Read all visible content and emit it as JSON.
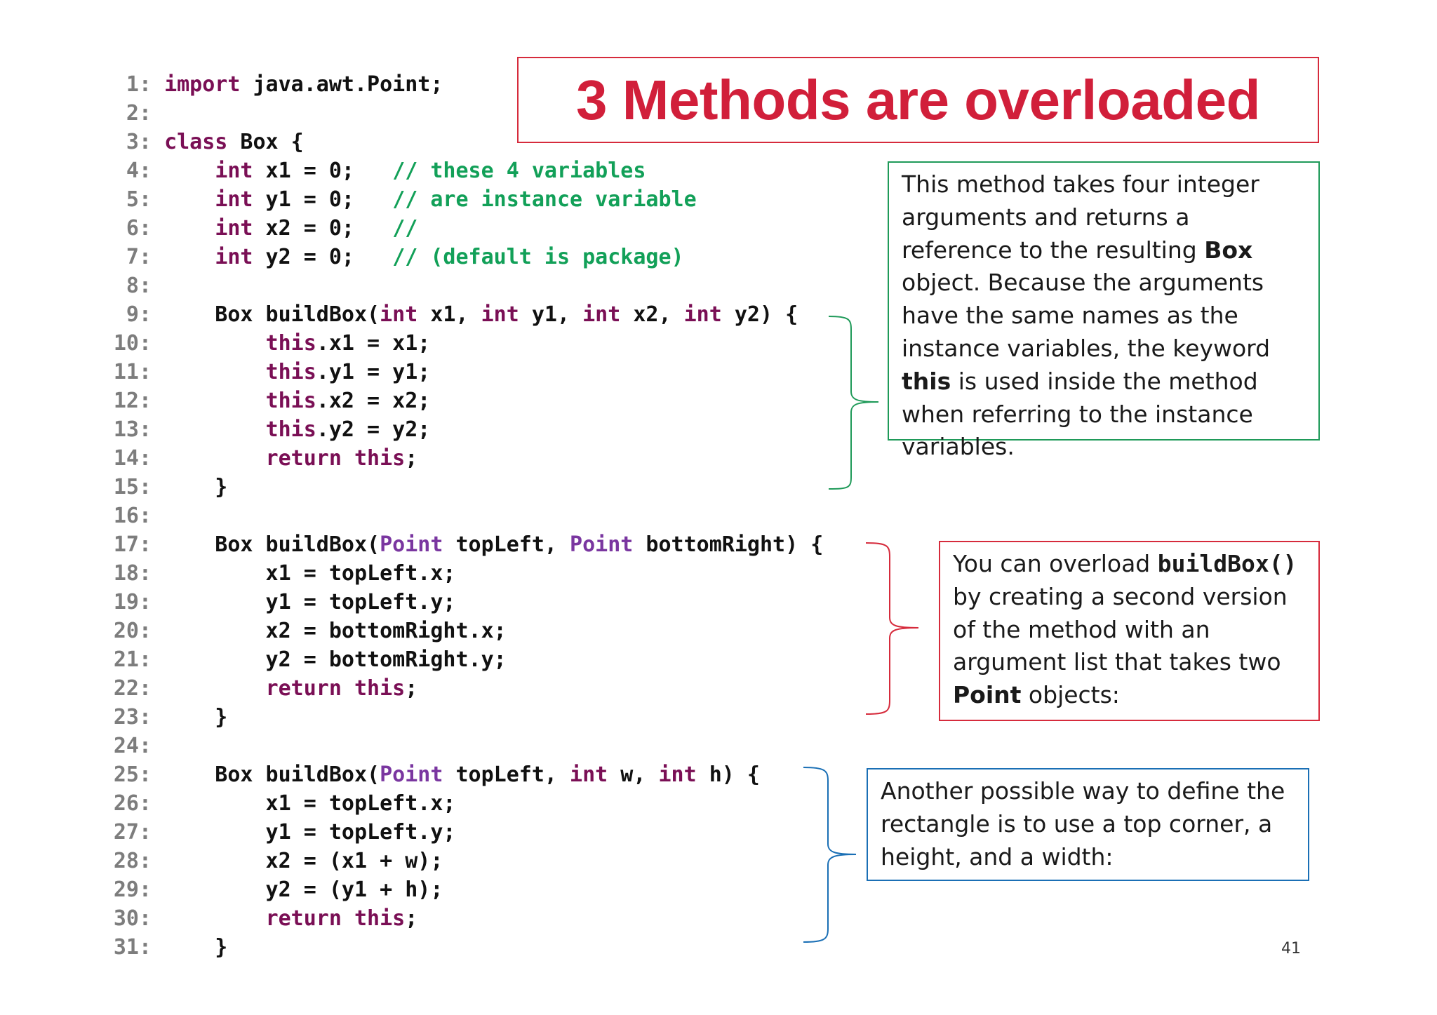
{
  "title": "3 Methods are overloaded",
  "code_lines": [
    {
      "num": "1:",
      "tokens": [
        {
          "t": "import",
          "c": "kw"
        },
        {
          "t": " java.awt.Point;",
          "c": "pl"
        }
      ]
    },
    {
      "num": "2:",
      "tokens": []
    },
    {
      "num": "3:",
      "tokens": [
        {
          "t": "class",
          "c": "kw"
        },
        {
          "t": " Box {",
          "c": "pl"
        }
      ]
    },
    {
      "num": "4:",
      "tokens": [
        {
          "t": "    ",
          "c": "pl"
        },
        {
          "t": "int",
          "c": "kw"
        },
        {
          "t": " x1 = 0;   ",
          "c": "pl"
        },
        {
          "t": "// these 4 variables",
          "c": "cmt"
        }
      ]
    },
    {
      "num": "5:",
      "tokens": [
        {
          "t": "    ",
          "c": "pl"
        },
        {
          "t": "int",
          "c": "kw"
        },
        {
          "t": " y1 = 0;   ",
          "c": "pl"
        },
        {
          "t": "// are instance variable",
          "c": "cmt"
        }
      ]
    },
    {
      "num": "6:",
      "tokens": [
        {
          "t": "    ",
          "c": "pl"
        },
        {
          "t": "int",
          "c": "kw"
        },
        {
          "t": " x2 = 0;   ",
          "c": "pl"
        },
        {
          "t": "//",
          "c": "cmt"
        }
      ]
    },
    {
      "num": "7:",
      "tokens": [
        {
          "t": "    ",
          "c": "pl"
        },
        {
          "t": "int",
          "c": "kw"
        },
        {
          "t": " y2 = 0;   ",
          "c": "pl"
        },
        {
          "t": "// (default is package)",
          "c": "cmt"
        }
      ]
    },
    {
      "num": "8:",
      "tokens": []
    },
    {
      "num": "9:",
      "tokens": [
        {
          "t": "    Box buildBox(",
          "c": "pl"
        },
        {
          "t": "int",
          "c": "kw"
        },
        {
          "t": " x1, ",
          "c": "pl"
        },
        {
          "t": "int",
          "c": "kw"
        },
        {
          "t": " y1, ",
          "c": "pl"
        },
        {
          "t": "int",
          "c": "kw"
        },
        {
          "t": " x2, ",
          "c": "pl"
        },
        {
          "t": "int",
          "c": "kw"
        },
        {
          "t": " y2) {",
          "c": "pl"
        }
      ]
    },
    {
      "num": "10:",
      "tokens": [
        {
          "t": "        ",
          "c": "pl"
        },
        {
          "t": "this",
          "c": "kw"
        },
        {
          "t": ".x1 = x1;",
          "c": "pl"
        }
      ]
    },
    {
      "num": "11:",
      "tokens": [
        {
          "t": "        ",
          "c": "pl"
        },
        {
          "t": "this",
          "c": "kw"
        },
        {
          "t": ".y1 = y1;",
          "c": "pl"
        }
      ]
    },
    {
      "num": "12:",
      "tokens": [
        {
          "t": "        ",
          "c": "pl"
        },
        {
          "t": "this",
          "c": "kw"
        },
        {
          "t": ".x2 = x2;",
          "c": "pl"
        }
      ]
    },
    {
      "num": "13:",
      "tokens": [
        {
          "t": "        ",
          "c": "pl"
        },
        {
          "t": "this",
          "c": "kw"
        },
        {
          "t": ".y2 = y2;",
          "c": "pl"
        }
      ]
    },
    {
      "num": "14:",
      "tokens": [
        {
          "t": "        ",
          "c": "pl"
        },
        {
          "t": "return this",
          "c": "kw"
        },
        {
          "t": ";",
          "c": "pl"
        }
      ]
    },
    {
      "num": "15:",
      "tokens": [
        {
          "t": "    }",
          "c": "pl"
        }
      ]
    },
    {
      "num": "16:",
      "tokens": []
    },
    {
      "num": "17:",
      "tokens": [
        {
          "t": "    Box buildBox(",
          "c": "pl"
        },
        {
          "t": "Point",
          "c": "cls"
        },
        {
          "t": " topLeft, ",
          "c": "pl"
        },
        {
          "t": "Point",
          "c": "cls"
        },
        {
          "t": " bottomRight) {",
          "c": "pl"
        }
      ]
    },
    {
      "num": "18:",
      "tokens": [
        {
          "t": "        x1 = topLeft.x;",
          "c": "pl"
        }
      ]
    },
    {
      "num": "19:",
      "tokens": [
        {
          "t": "        y1 = topLeft.y;",
          "c": "pl"
        }
      ]
    },
    {
      "num": "20:",
      "tokens": [
        {
          "t": "        x2 = bottomRight.x;",
          "c": "pl"
        }
      ]
    },
    {
      "num": "21:",
      "tokens": [
        {
          "t": "        y2 = bottomRight.y;",
          "c": "pl"
        }
      ]
    },
    {
      "num": "22:",
      "tokens": [
        {
          "t": "        ",
          "c": "pl"
        },
        {
          "t": "return this",
          "c": "kw"
        },
        {
          "t": ";",
          "c": "pl"
        }
      ]
    },
    {
      "num": "23:",
      "tokens": [
        {
          "t": "    }",
          "c": "pl"
        }
      ]
    },
    {
      "num": "24:",
      "tokens": []
    },
    {
      "num": "25:",
      "tokens": [
        {
          "t": "    Box buildBox(",
          "c": "pl"
        },
        {
          "t": "Point",
          "c": "cls"
        },
        {
          "t": " topLeft, ",
          "c": "pl"
        },
        {
          "t": "int",
          "c": "kw"
        },
        {
          "t": " w, ",
          "c": "pl"
        },
        {
          "t": "int",
          "c": "kw"
        },
        {
          "t": " h) {",
          "c": "pl"
        }
      ]
    },
    {
      "num": "26:",
      "tokens": [
        {
          "t": "        x1 = topLeft.x;",
          "c": "pl"
        }
      ]
    },
    {
      "num": "27:",
      "tokens": [
        {
          "t": "        y1 = topLeft.y;",
          "c": "pl"
        }
      ]
    },
    {
      "num": "28:",
      "tokens": [
        {
          "t": "        x2 = (x1 + w);",
          "c": "pl"
        }
      ]
    },
    {
      "num": "29:",
      "tokens": [
        {
          "t": "        y2 = (y1 + h);",
          "c": "pl"
        }
      ]
    },
    {
      "num": "30:",
      "tokens": [
        {
          "t": "        ",
          "c": "pl"
        },
        {
          "t": "return this",
          "c": "kw"
        },
        {
          "t": ";",
          "c": "pl"
        }
      ]
    },
    {
      "num": "31:",
      "tokens": [
        {
          "t": "    }",
          "c": "pl"
        }
      ]
    }
  ],
  "notes": {
    "green": {
      "p1": "This method takes four integer arguments and returns a reference to the resulting ",
      "b1": "Box",
      "p2": " object. Because the arguments have the same names as the instance variables, the keyword ",
      "b2": "this",
      "p3": " is used inside the method when referring to the instance variables."
    },
    "red": {
      "p1": "You can overload ",
      "code": "buildBox()",
      "p2": " by creating a second version of the method with an argument list that takes two ",
      "b1": "Point",
      "p3": " objects:"
    },
    "blue": {
      "p1": "Another possible way to define the rectangle is to use a top corner, a height, and a width:"
    }
  },
  "page_number": "41",
  "colors": {
    "keyword": "#7a0f55",
    "comment": "#12a058",
    "class_name": "#7a36a0",
    "title_red": "#d11f3a",
    "green_border": "#1f9a59",
    "red_border": "#d62b3c",
    "blue_border": "#1a6fb5"
  }
}
